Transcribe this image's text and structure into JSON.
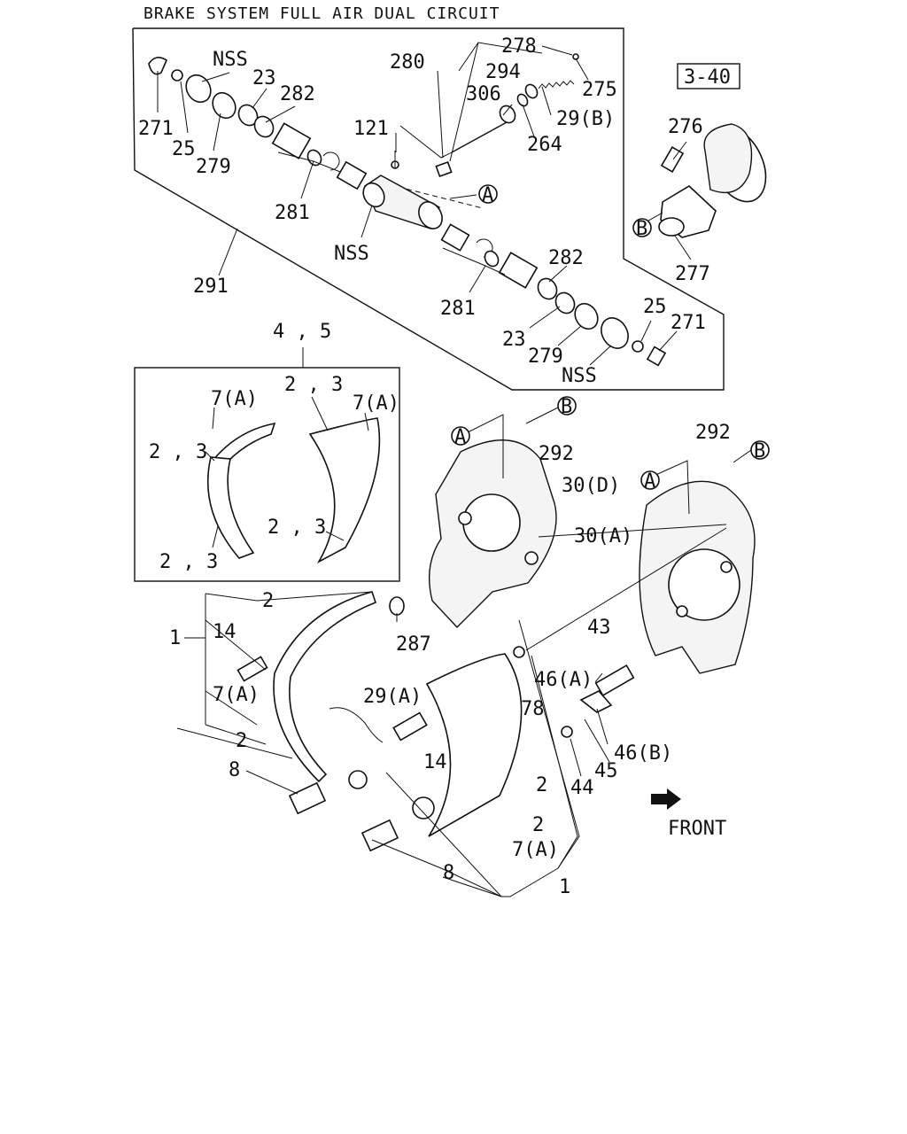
{
  "title": "BRAKE SYSTEM FULL AIR DUAL CIRCUIT",
  "ref_box": "3-40",
  "front_label": "FRONT",
  "circle_refs": {
    "a": "A",
    "b": "B"
  },
  "labels": {
    "l271a": "271",
    "l25a": "25",
    "l279a": "279",
    "lnssa": "NSS",
    "l23a": "23",
    "l282a": "282",
    "l280": "280",
    "l278": "278",
    "l294": "294",
    "l275": "275",
    "l306": "306",
    "l29b": "29(B)",
    "l264": "264",
    "l121": "121",
    "l281a": "281",
    "lnssb": "NSS",
    "l291": "291",
    "l276": "276",
    "l277": "277",
    "l282b": "282",
    "l281b": "281",
    "l23b": "23",
    "l279b": "279",
    "lnssc": "NSS",
    "l25b": "25",
    "l271b": "271",
    "l45set": "4 , 5",
    "l23box1": "2 , 3",
    "l7a1": "7(A)",
    "l7a2": "7(A)",
    "l23box2": "2 , 3",
    "l23box3": "2 , 3",
    "l23box4": "2 , 3",
    "l292a": "292",
    "l30d": "30(D)",
    "l292b": "292",
    "l30a": "30(A)",
    "l2a": "2",
    "l1a": "1",
    "l14a": "14",
    "l287": "287",
    "l7a3": "7(A)",
    "l29a": "29(A)",
    "l2b": "2",
    "l8a": "8",
    "l43": "43",
    "l46a": "46(A)",
    "l78": "78",
    "l46b": "46(B)",
    "l14b": "14",
    "l2c": "2",
    "l44": "44",
    "l45": "45",
    "l2d": "2",
    "l7a4": "7(A)",
    "l8b": "8",
    "l1b": "1"
  }
}
